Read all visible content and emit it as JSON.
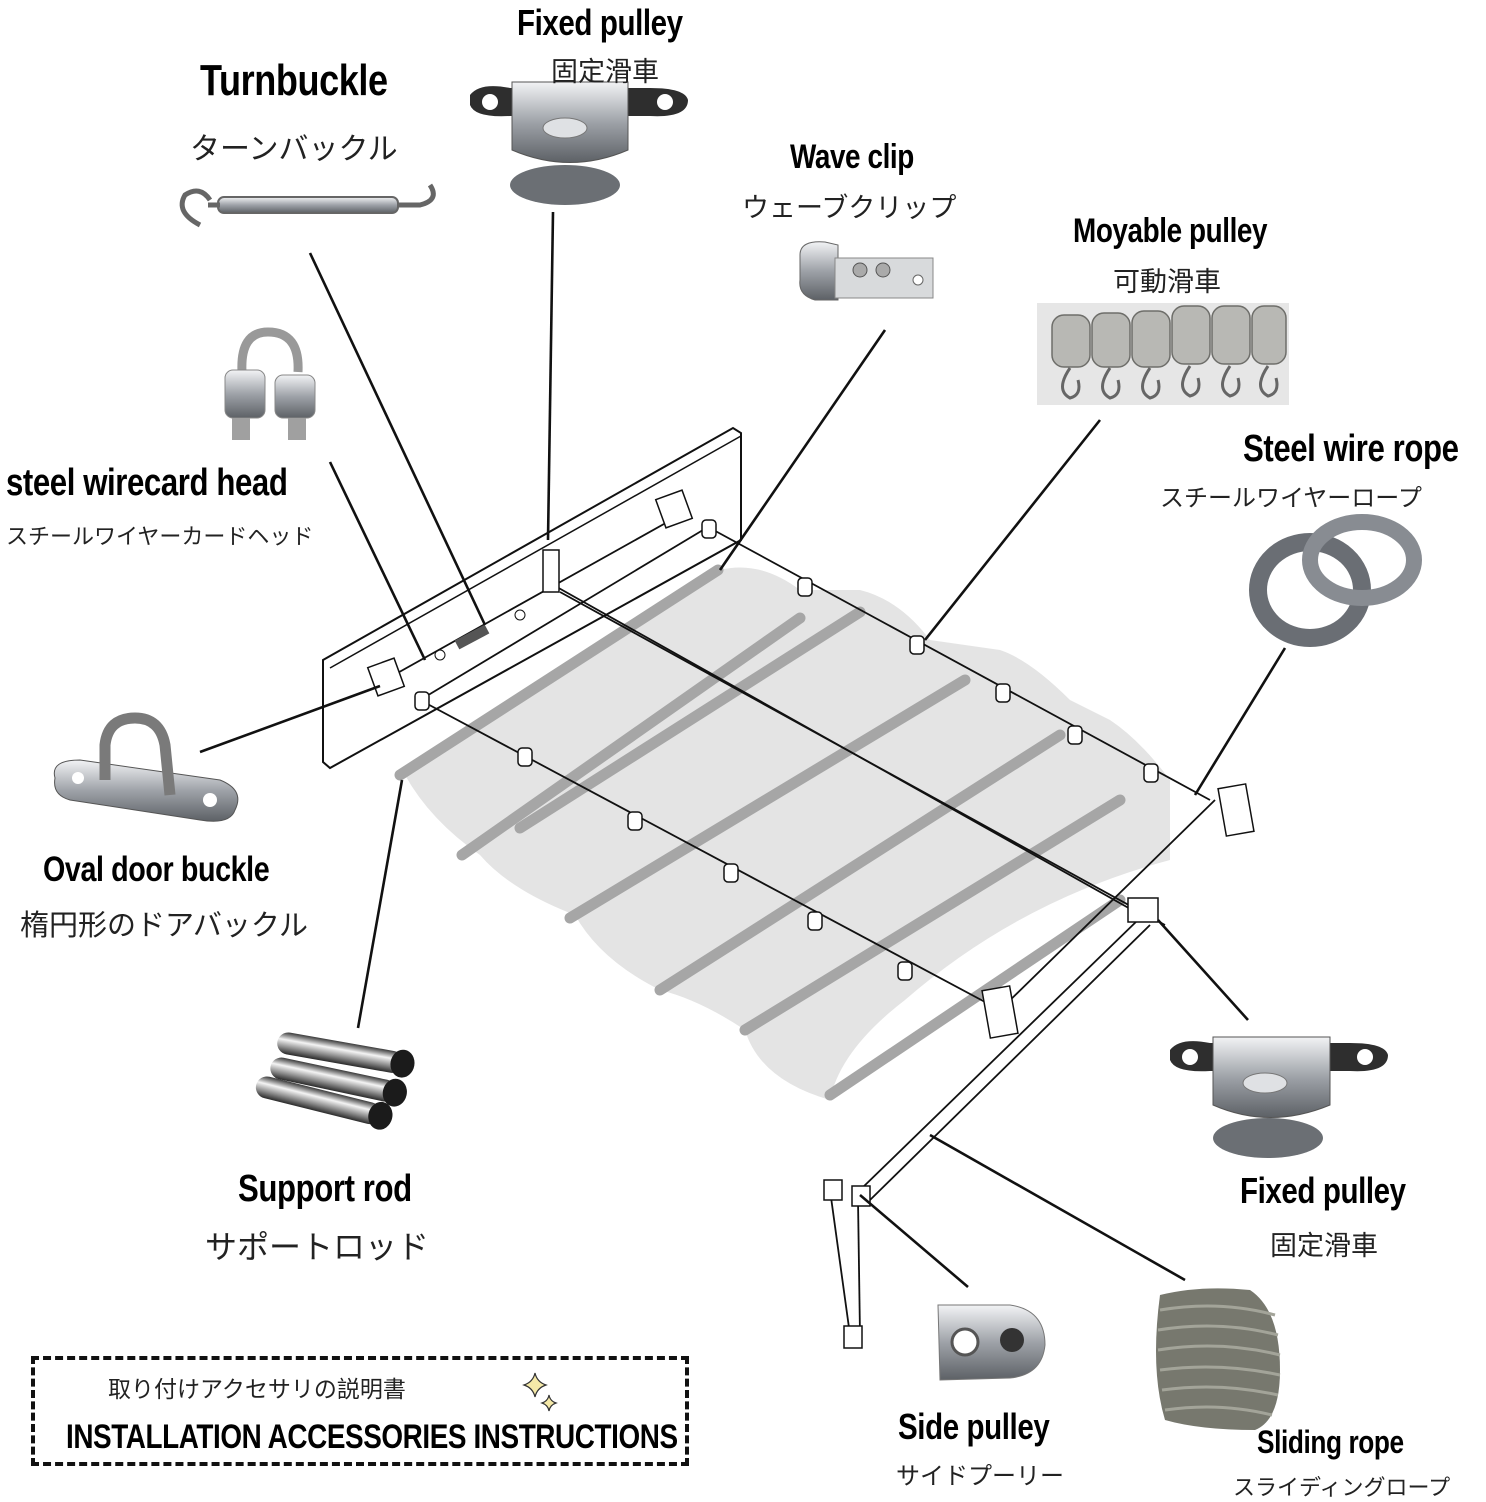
{
  "title": {
    "jp": "取り付けアクセサリの説明書",
    "en": "INSTALLATION ACCESSORIES INSTRUCTIONS"
  },
  "components": [
    {
      "id": "fixed-pulley-top",
      "en": "Fixed pulley",
      "jp": "固定滑車",
      "icon": "fixed-pulley-icon"
    },
    {
      "id": "turnbuckle",
      "en": "Turnbuckle",
      "jp": "ターンバックル",
      "icon": "turnbuckle-icon"
    },
    {
      "id": "wave-clip",
      "en": "Wave clip",
      "jp": "ウェーブクリップ",
      "icon": "wave-clip-icon"
    },
    {
      "id": "movable-pulley",
      "en": "Moyable pulley",
      "jp": "可動滑車",
      "icon": "movable-pulley-icon"
    },
    {
      "id": "steel-wirecard-head",
      "en": "steel wirecard head",
      "jp": "スチールワイヤーカードヘッド",
      "icon": "wire-rope-clip-icon"
    },
    {
      "id": "steel-wire-rope",
      "en": "Steel wire rope",
      "jp": "スチールワイヤーロープ",
      "icon": "wire-coil-icon"
    },
    {
      "id": "oval-door-buckle",
      "en": "Oval door buckle",
      "jp": "楕円形のドアバックル",
      "icon": "pad-eye-icon"
    },
    {
      "id": "support-rod",
      "en": "Support rod",
      "jp": "サポートロッド",
      "icon": "tubes-icon"
    },
    {
      "id": "fixed-pulley-bottom",
      "en": "Fixed pulley",
      "jp": "固定滑車",
      "icon": "fixed-pulley-icon"
    },
    {
      "id": "side-pulley",
      "en": "Side pulley",
      "jp": "サイドプーリー",
      "icon": "side-pulley-icon"
    },
    {
      "id": "sliding-rope",
      "en": "Sliding rope",
      "jp": "スライディングロープ",
      "icon": "rope-bundle-icon"
    }
  ],
  "colors": {
    "canopy": "#e4e4e4",
    "rod": "#a8a8a8",
    "line": "#111111",
    "metal": "#b9bcc0",
    "sparkle": "#f5e9a8"
  }
}
